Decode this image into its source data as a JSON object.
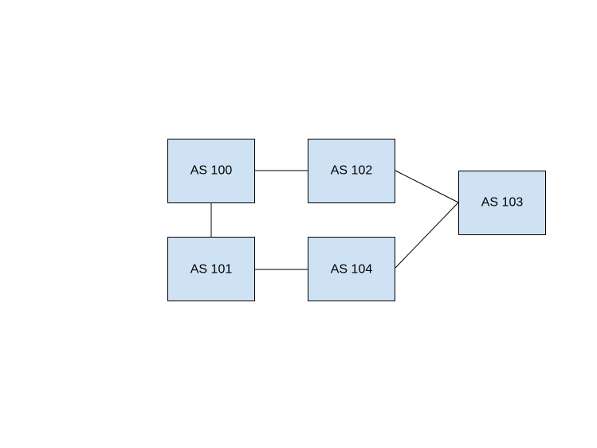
{
  "diagram": {
    "node_fill": "#cfe2f3",
    "nodes": {
      "as100": "AS 100",
      "as101": "AS 101",
      "as102": "AS 102",
      "as103": "AS 103",
      "as104": "AS 104"
    },
    "edges": [
      [
        "as100",
        "as102"
      ],
      [
        "as100",
        "as101"
      ],
      [
        "as101",
        "as104"
      ],
      [
        "as102",
        "as103"
      ],
      [
        "as104",
        "as103"
      ]
    ]
  }
}
